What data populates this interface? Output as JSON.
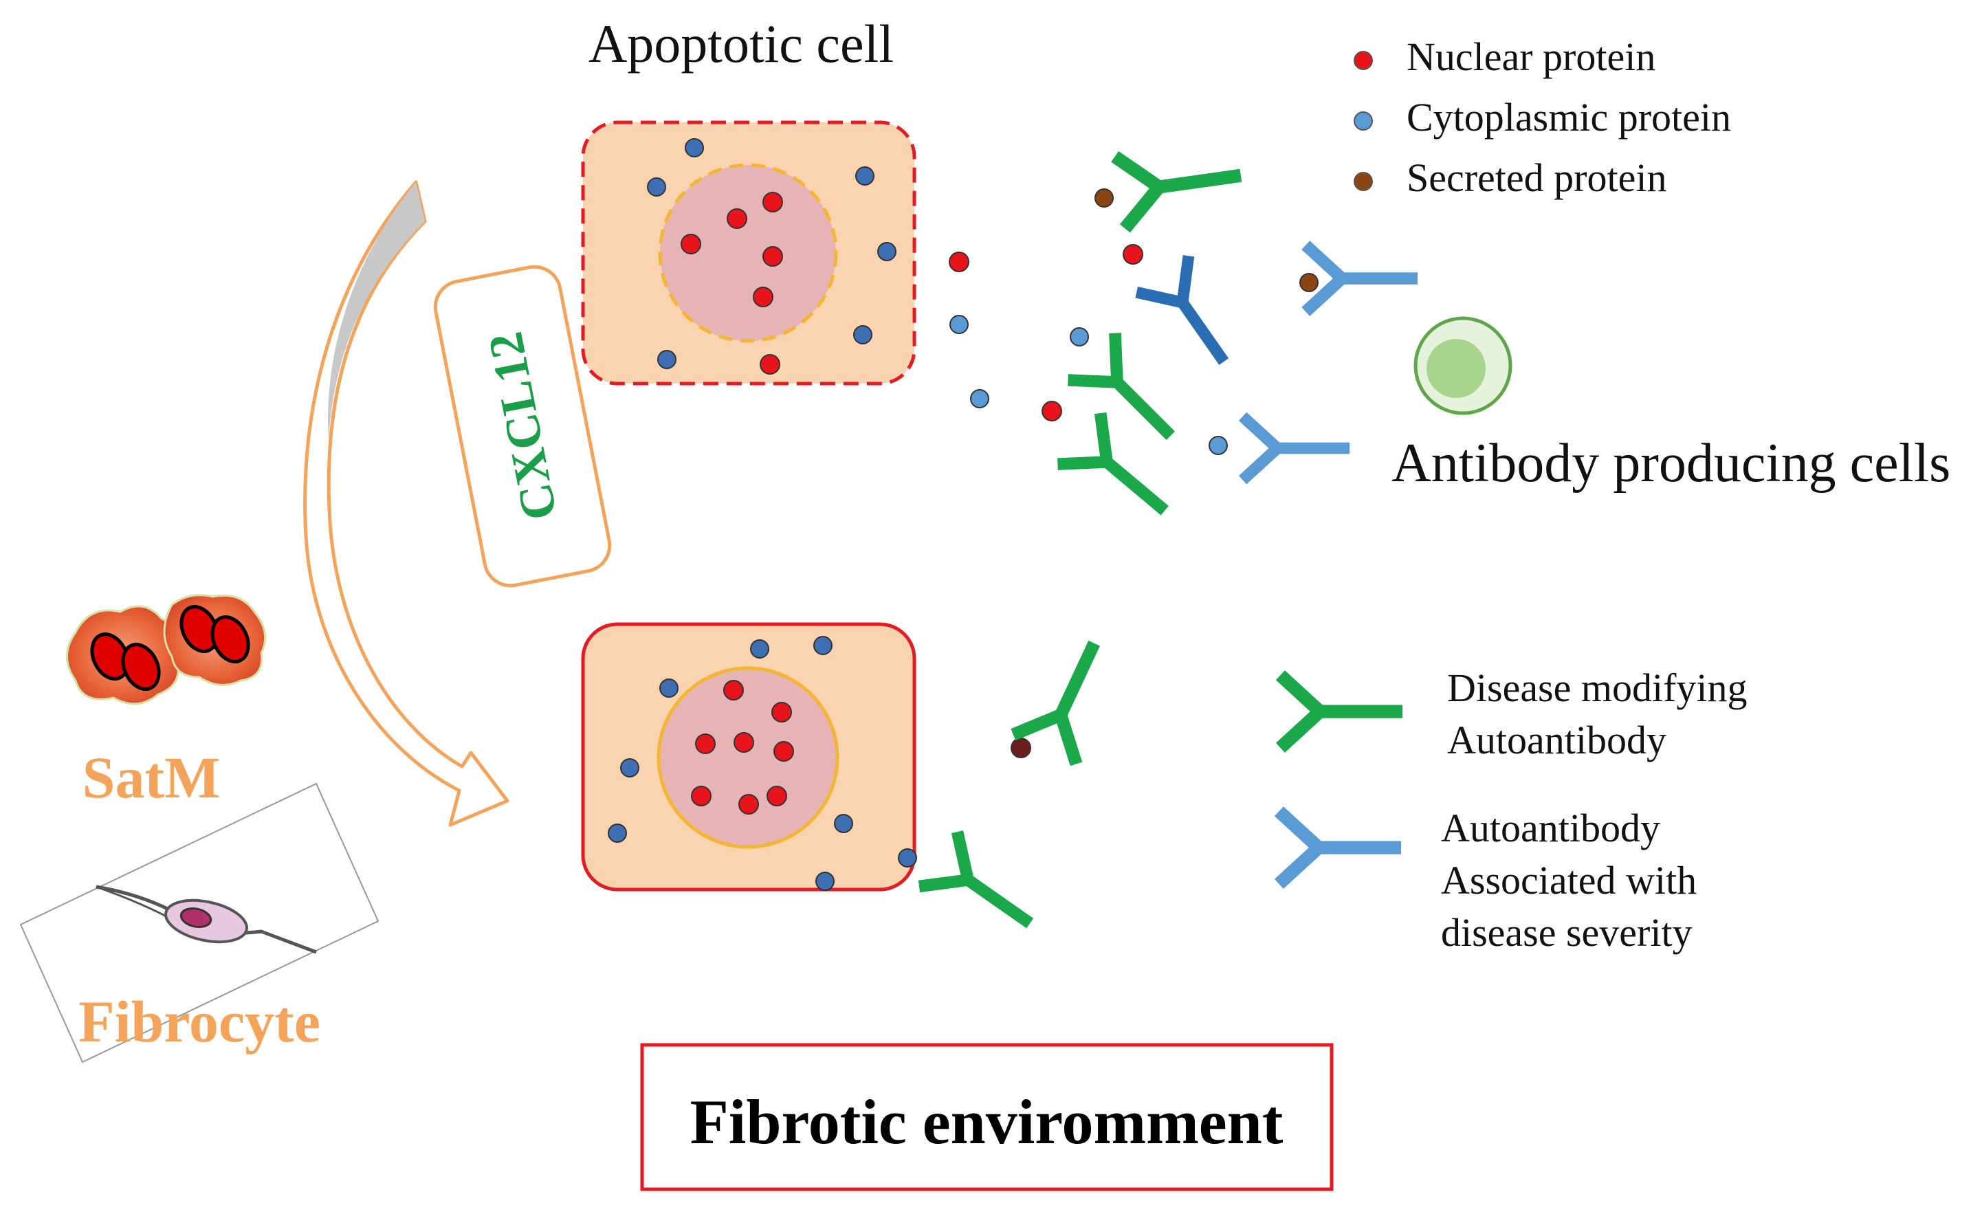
{
  "labels": {
    "apoptotic_cell": "Apoptotic cell",
    "cxcl12": "CXCL12",
    "satm": "SatM",
    "fibrocyte": "Fibrocyte",
    "antibody_producing_cells": "Antibody producing cells",
    "fibrotic_environment": "Fibrotic enviromment"
  },
  "legend_top": [
    {
      "label": "Nuclear protein",
      "color": "#e8141c"
    },
    {
      "label": "Cytoplasmic protein",
      "color": "#5b9bd5"
    },
    {
      "label": "Secreted protein",
      "color": "#8b4513"
    }
  ],
  "legend_bottom": [
    {
      "lines": [
        "Disease modifying",
        "Autoantibody"
      ],
      "color": "#1aa84a"
    },
    {
      "lines": [
        "Autoantibody",
        "Associated with",
        "disease severity"
      ],
      "color": "#5b9bd5"
    }
  ],
  "colors": {
    "cell_fill": "#fad3b0",
    "nucleus_fill": "#e6b4b4",
    "membrane_red": "#e31b23",
    "nucleus_border": "#f2b632",
    "nuclear_dot": "#e8141c",
    "cyto_dot": "#3f6fb3",
    "free_cyto_dot": "#5b9bd5",
    "secreted_dot": "#8b4513",
    "ab_green": "#1aa84a",
    "ab_blue": "#5b9bd5",
    "ab_darkblue": "#2a6db3",
    "arrow_outline": "#f4a35a",
    "arrow_fill": "#c8c8c8",
    "orange_text": "#f4a35a",
    "cxcl12_text": "#1a9e4a",
    "bcell_outer": "#e6f3dc",
    "bcell_inner": "#a8d48c",
    "bcell_border": "#5fa64a"
  }
}
